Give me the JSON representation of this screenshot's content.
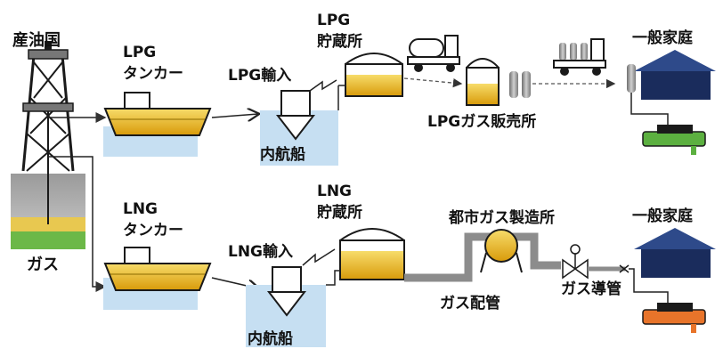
{
  "labels": {
    "producing_country": "産油国",
    "gas": "ガス",
    "lpg_tanker": [
      "LPG",
      "タンカー"
    ],
    "lng_tanker": [
      "LNG",
      "タンカー"
    ],
    "lpg_import": "LPG輸入",
    "lng_import": "LNG輸入",
    "coastal_ship": "内航船",
    "lpg_storage": [
      "LPG",
      "貯蔵所"
    ],
    "lng_storage": [
      "LNG",
      "貯蔵所"
    ],
    "lpg_sales": "LPGガス販売所",
    "city_gas_plant": "都市ガス製造所",
    "gas_pipeline": "ガス配管",
    "gas_service_pipe": "ガス導管",
    "household": "一般家庭"
  },
  "colors": {
    "water": "#c6dff2",
    "fuel": "#e0a812",
    "fuel_light": "#f6d55a",
    "roof": "#2e4a8a",
    "house": "#1a2c5c",
    "cylinder": "#8c8c8c",
    "stove_green": "#5cb040",
    "stove_orange": "#e8742a",
    "pipe": "#8c8c8c",
    "rig_gas": "#e8c850",
    "rig_ground": "#6cb848"
  },
  "icons": {
    "rig": "oil-rig-icon",
    "tanker": "tanker-ship-icon",
    "tank": "storage-tank-icon",
    "truck": "delivery-truck-icon",
    "house": "house-icon",
    "stove": "gas-stove-icon",
    "valve": "valve-icon"
  }
}
